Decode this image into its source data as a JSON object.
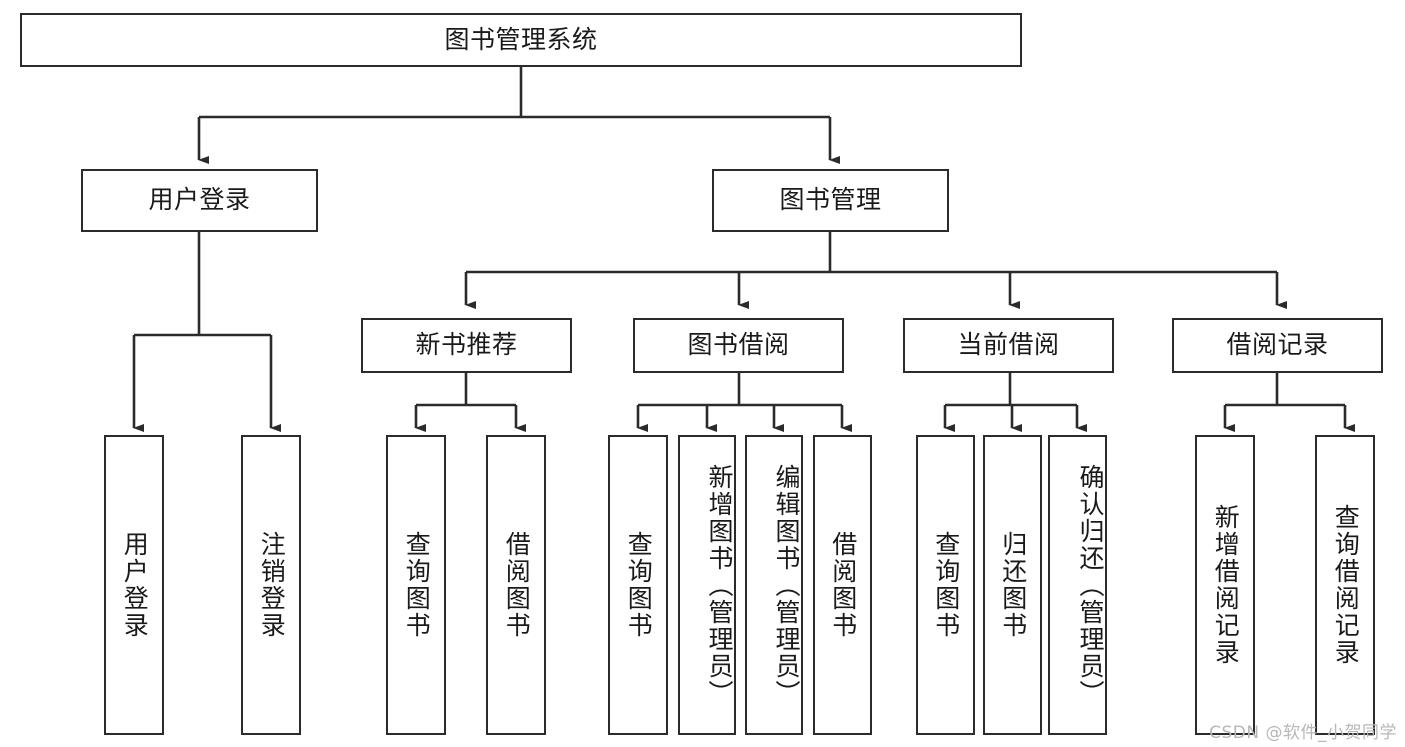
{
  "diagram": {
    "title": "图书管理系统",
    "type": "tree-hierarchy-diagram",
    "colors": {
      "stroke": "#2b2b2b",
      "fill": "#ffffff",
      "text": "#1a1a1a",
      "watermark": "#b7b7b7"
    },
    "root": {
      "label": "图书管理系统"
    },
    "level2": [
      {
        "label": "用户登录"
      },
      {
        "label": "图书管理"
      }
    ],
    "level3": [
      {
        "label": "新书推荐"
      },
      {
        "label": "图书借阅"
      },
      {
        "label": "当前借阅"
      },
      {
        "label": "借阅记录"
      }
    ],
    "leaves": {
      "user_login": [
        {
          "label": "用户登录"
        },
        {
          "label": "注销登录"
        }
      ],
      "new_book_recommend": [
        {
          "label": "查询图书"
        },
        {
          "label": "借阅图书"
        }
      ],
      "book_borrow": [
        {
          "label": "查询图书"
        },
        {
          "label": "新增图书（管理员）"
        },
        {
          "label": "编辑图书（管理员）"
        },
        {
          "label": "借阅图书"
        }
      ],
      "current_borrow": [
        {
          "label": "查询图书"
        },
        {
          "label": "归还图书"
        },
        {
          "label": "确认归还（管理员）"
        }
      ],
      "borrow_record": [
        {
          "label": "新增借阅记录"
        },
        {
          "label": "查询借阅记录"
        }
      ]
    },
    "watermark": "CSDN @软件_小贺同学"
  }
}
